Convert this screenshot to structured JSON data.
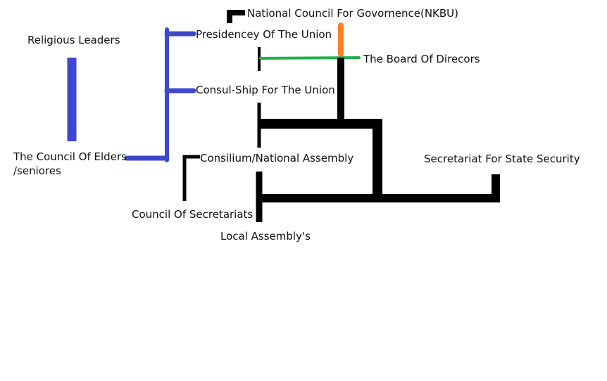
{
  "colors": {
    "black": "#000000",
    "blue": "#3f48cc",
    "orange": "#ff7f27",
    "green": "#22b14c",
    "text": "#111111",
    "background": "#ffffff"
  },
  "labels": {
    "national_council": "National Council For Govornence(NKBU)",
    "religious_leaders": "Religious Leaders",
    "presidency": "Presidencey Of The Union",
    "board_of_directors": "The Board Of Direcors",
    "consul_ship": "Consul-Ship For The Union",
    "council_of_elders": "The Council Of Elders\n/seniores",
    "consilium": "Consilium/National Assembly",
    "state_security": "Secretariat For State Security",
    "council_of_secretariats": "Council Of Secretariats",
    "local_assemblies": "Local Assembly's"
  }
}
